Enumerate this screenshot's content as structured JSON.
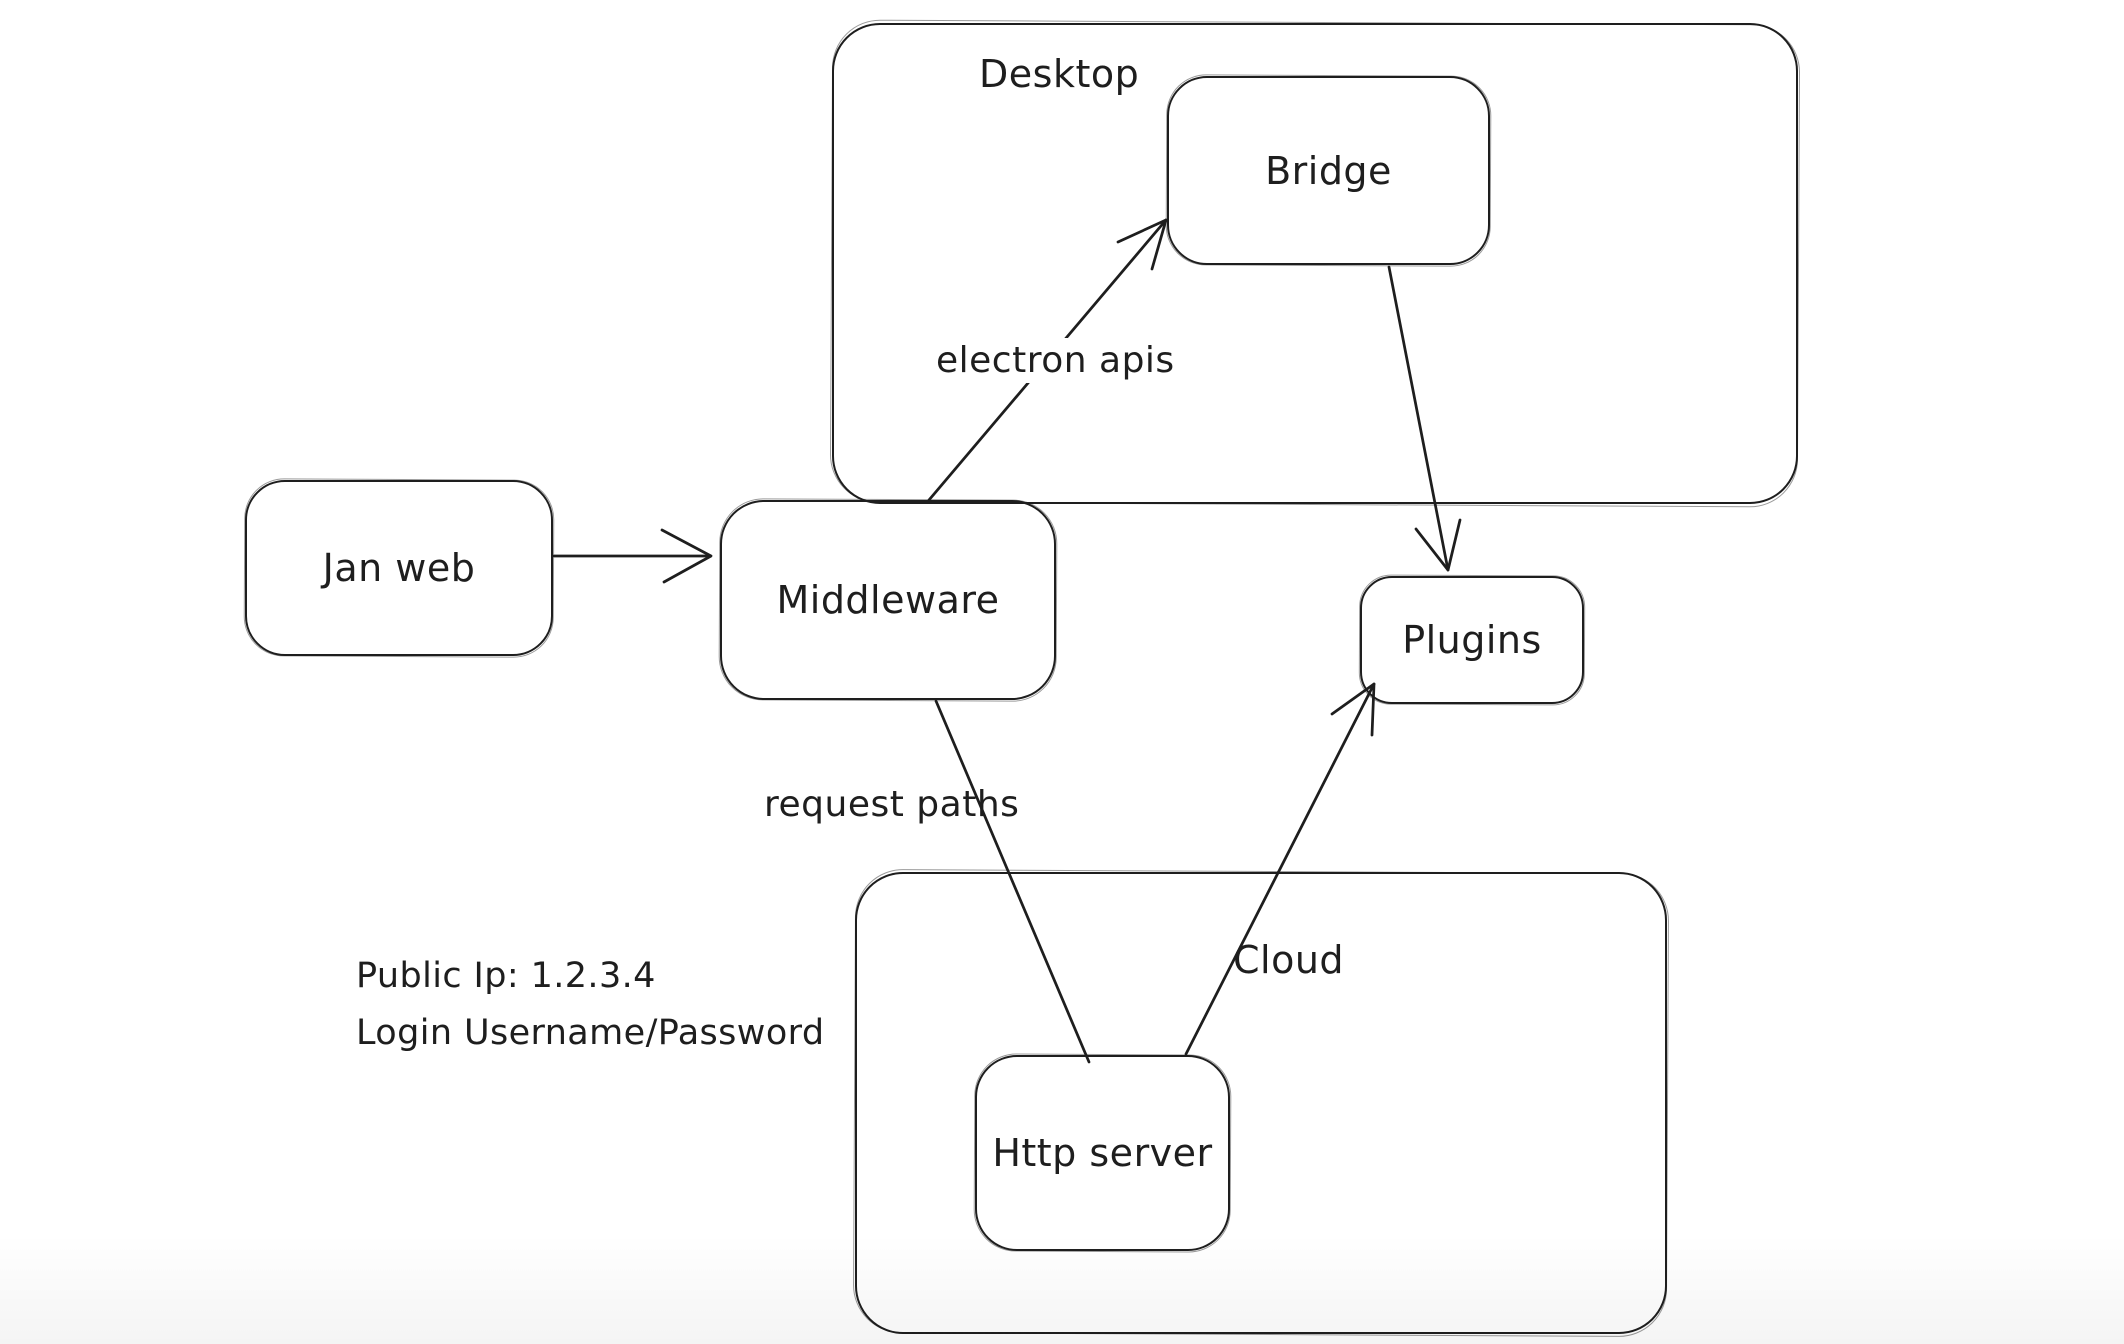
{
  "colors": {
    "background": "#ffffff",
    "stroke": "#1e1e1e",
    "text": "#1e1e1e"
  },
  "containers": {
    "desktop": {
      "label": "Desktop"
    },
    "cloud": {
      "label": "Cloud"
    }
  },
  "nodes": {
    "jan_web": {
      "label": "Jan web"
    },
    "middleware": {
      "label": "Middleware"
    },
    "bridge": {
      "label": "Bridge"
    },
    "plugins": {
      "label": "Plugins"
    },
    "http_server": {
      "label": "Http server"
    }
  },
  "edges": [
    {
      "from": "jan_web",
      "to": "middleware",
      "label": "",
      "arrowhead": "open"
    },
    {
      "from": "middleware",
      "to": "bridge",
      "label": "electron apis",
      "arrowhead": "open"
    },
    {
      "from": "bridge",
      "to": "plugins",
      "label": "",
      "arrowhead": "open"
    },
    {
      "from": "middleware",
      "to": "http_server",
      "label": "request paths",
      "arrowhead": "none"
    },
    {
      "from": "http_server",
      "to": "plugins",
      "label": "",
      "arrowhead": "open"
    }
  ],
  "annotations": {
    "public_ip": "Public Ip: 1.2.3.4",
    "login": "Login Username/Password"
  }
}
